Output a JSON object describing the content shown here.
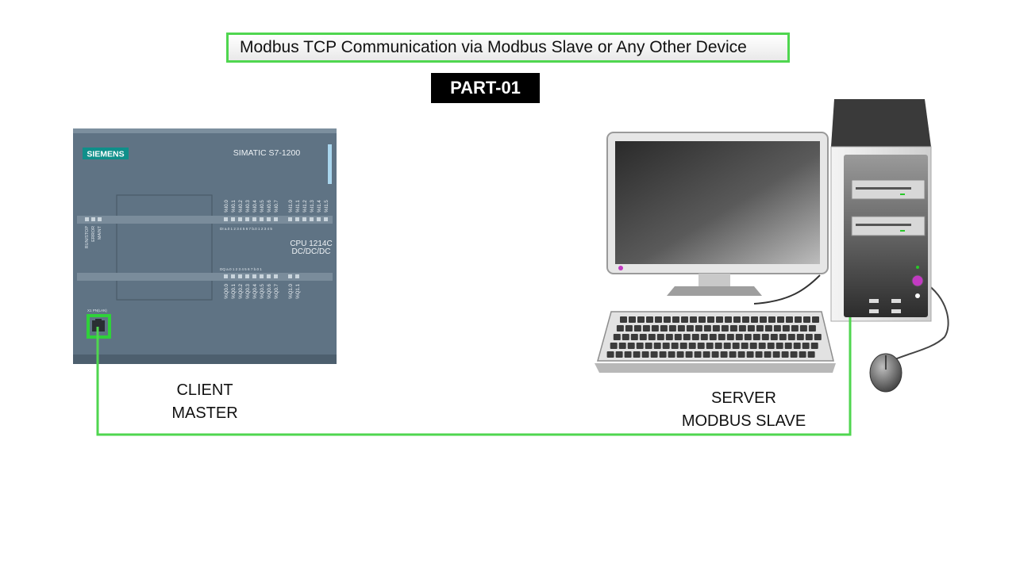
{
  "title": "Modbus TCP Communication via Modbus Slave or Any Other Device",
  "part": "PART-01",
  "plc": {
    "brand": "SIEMENS",
    "model": "SIMATIC S7-1200",
    "cpu_line1": "CPU 1214C",
    "cpu_line2": "DC/DC/DC",
    "status_leds": [
      "RUN/STOP",
      "ERROR",
      "MAINT"
    ],
    "port_label": "X1 PN(LAN)",
    "inputs_top": [
      "%I0.0",
      "%I0.1",
      "%I0.2",
      "%I0.3",
      "%I0.4",
      "%I0.5",
      "%I0.6",
      "%I0.7",
      "%I1.0",
      "%I1.1",
      "%I1.2",
      "%I1.3",
      "%I1.4",
      "%I1.5"
    ],
    "outputs_bottom": [
      "%Q0.0",
      "%Q0.1",
      "%Q0.2",
      "%Q0.3",
      "%Q0.4",
      "%Q0.5",
      "%Q0.6",
      "%Q0.7",
      "%Q1.0",
      "%Q1.1"
    ],
    "di_row_label": "DI a.0  1  2  3  4  5  6  7   b.0  1  2  3  4  5",
    "dq_row_label": "DQ a.0  1  2  3  4  5  6  7   b.0  1"
  },
  "client": {
    "line1": "CLIENT",
    "line2": "MASTER"
  },
  "server": {
    "line1": "SERVER",
    "line2": "MODBUS SLAVE"
  },
  "colors": {
    "link": "#4fd64f",
    "plc_body": "#5f7384",
    "badge_bg": "#000000"
  }
}
